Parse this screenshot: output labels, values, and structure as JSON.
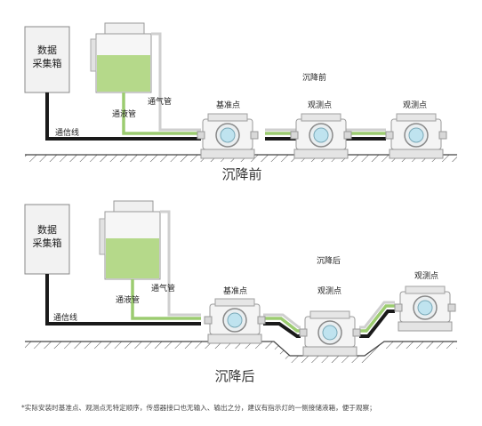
{
  "top": {
    "box_line1": "数据",
    "box_line2": "采集箱",
    "signal_line": "通信线",
    "liquid_pipe": "通液管",
    "air_pipe": "通气管",
    "state_label": "沉降前",
    "point_reference": "基准点",
    "point_observe_1": "观测点",
    "point_observe_2": "观测点",
    "caption": "沉降前"
  },
  "bottom": {
    "box_line1": "数据",
    "box_line2": "采集箱",
    "signal_line": "通信线",
    "liquid_pipe": "通液管",
    "air_pipe": "通气管",
    "state_label": "沉降后",
    "point_reference": "基准点",
    "point_observe_1": "观测点",
    "point_observe_2": "观测点",
    "caption": "沉降后"
  },
  "footnote": "*实际安装时基准点、观测点无特定顺序，传感器接口也无输入、输出之分，建议有指示灯的一侧接储液箱，便于观察；",
  "colors": {
    "liquid": "#b5d98a",
    "liquid_pipe": "#9ccc70",
    "air_pipe": "#cfcfcf",
    "cable": "#1a1a1a",
    "box_fill": "#f2f2f2",
    "sensor_lens": "#bfe3ef"
  }
}
